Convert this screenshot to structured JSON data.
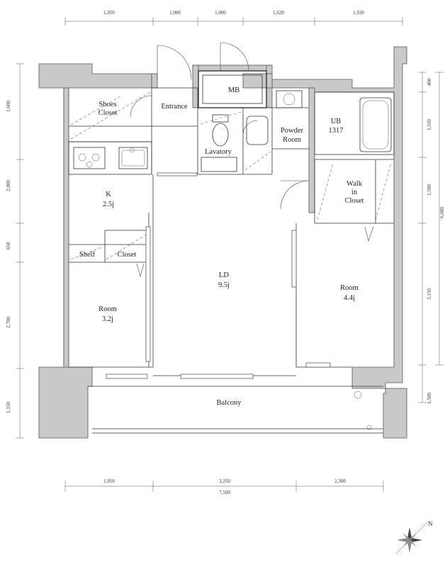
{
  "dimensions": {
    "top": [
      "1,950",
      "1,000",
      "1,000",
      "1,620",
      "1,930"
    ],
    "bottom": [
      "1,950",
      "3,250",
      "2,300"
    ],
    "bottom_total": "7,500",
    "left": [
      "1,600",
      "2,000",
      "650",
      "2,700",
      "1,150"
    ],
    "right": [
      "400",
      "1,550",
      "1,500",
      "3,150",
      "1,500"
    ],
    "right_total": "6,600"
  },
  "rooms": {
    "shoes_closet": [
      "Shoes",
      "Closet"
    ],
    "entrance": "Entrance",
    "mb": "MB",
    "lavatory": "Lavatory",
    "powder_room": [
      "Powder",
      "Room"
    ],
    "ub": [
      "UB",
      "1317"
    ],
    "walk_in_closet": [
      "Walk",
      "in",
      "Closet"
    ],
    "kitchen": [
      "K",
      "2.5j"
    ],
    "shelf": "Shelf",
    "closet": "Closet",
    "ld": [
      "LD",
      "9.5j"
    ],
    "room_east": [
      "Room",
      "4.4j"
    ],
    "room_west": [
      "Room",
      "3.2j"
    ],
    "balcony": "Balcony"
  },
  "compass": {
    "label": "N",
    "icon": "compass-rose-icon"
  }
}
